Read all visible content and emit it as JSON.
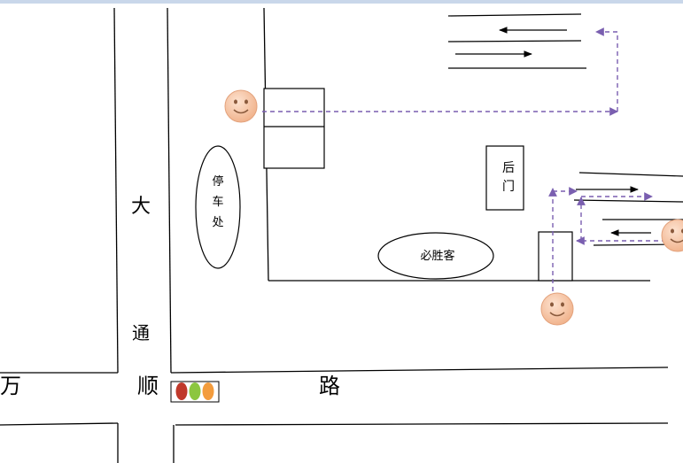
{
  "labels": {
    "da": "大",
    "tong": "通",
    "wan": "万",
    "shun": "顺",
    "lu": "路",
    "parking": [
      "停",
      "车",
      "处"
    ],
    "back_gate": [
      "后",
      "门"
    ],
    "pizza_hut": "必胜客"
  },
  "colors": {
    "route": "#7a5fb0",
    "arrow": "#000000",
    "face": "#f6c7a6",
    "light_red": "#c0392b",
    "light_green": "#8cc63f",
    "light_orange": "#f39c3d"
  },
  "icons": [
    "smiley-face-icon",
    "traffic-light-icon",
    "arrow-left-icon",
    "arrow-right-icon"
  ]
}
